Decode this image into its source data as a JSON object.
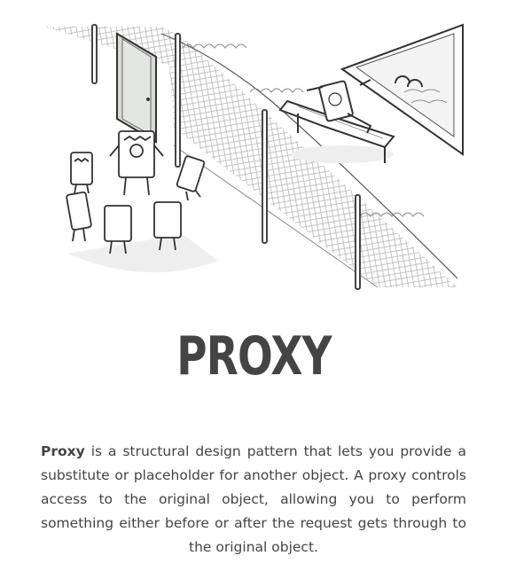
{
  "page": {
    "title": "PROXY",
    "description": {
      "term": "Proxy",
      "text": " is a structural design pattern that lets you provide a substitute or placeholder for another object. A proxy controls access to the original object, allowing you to perform something either before or after the request gets through to the original object."
    }
  },
  "illustration": {
    "subject": "fence-with-gate-guarding-object",
    "colors": {
      "stroke": "#333333",
      "mesh": "#b8b8b8",
      "shadow": "#e6e6e6",
      "door": "#d8dbd4"
    }
  }
}
